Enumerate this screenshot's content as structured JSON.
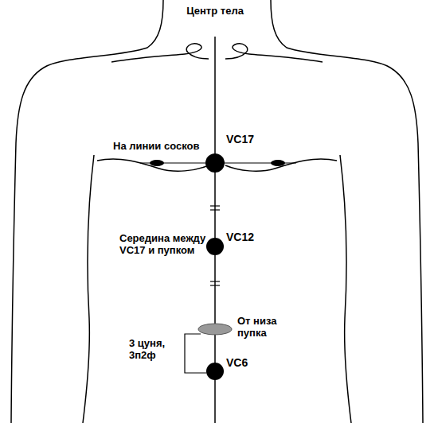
{
  "diagram": {
    "labels": [
      "Центр тела",
      "На линии сосков",
      "VC17",
      "Середина между VC17 и пупком",
      "VC12",
      "От низа пупка",
      "3 цуня, 3п2ф",
      "VC6"
    ]
  }
}
